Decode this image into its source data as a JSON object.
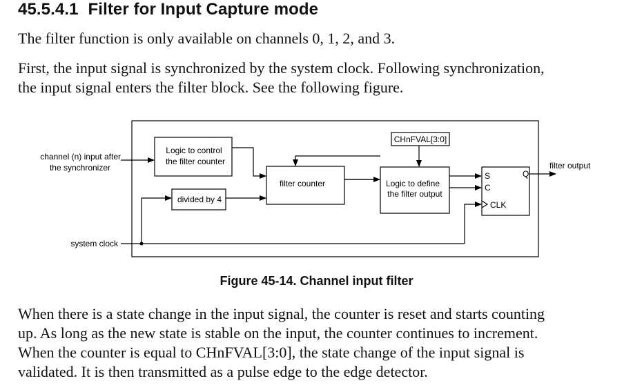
{
  "section": {
    "number": "45.5.4.1",
    "title": "Filter for Input Capture mode"
  },
  "paragraphs": {
    "intro": "The filter function is only available on channels 0, 1, 2, and 3.",
    "sync_line1": "First, the input signal is synchronized by the system clock. Following synchronization,",
    "sync_line2": "the input signal enters the filter block. See the following figure.",
    "state_line1": "When there is a state change in the input signal, the counter is reset and starts counting",
    "state_line2": "up. As long as the new state is stable on the input, the counter continues to increment.",
    "state_line3": "When the counter is equal to CHnFVAL[3:0], the state change of the input signal is",
    "state_line4": "validated. It is then transmitted as a pulse edge to the edge detector."
  },
  "figure": {
    "caption": "Figure 45-14. Channel input filter",
    "labels": {
      "channel_input_line1": "channel (n) input after",
      "channel_input_line2": "the synchronizer",
      "system_clock": "system clock",
      "logic_control_line1": "Logic to control",
      "logic_control_line2": "the filter counter",
      "divided_by_4": "divided by 4",
      "filter_counter": "filter counter",
      "chnfval": "CHnFVAL[3:0]",
      "logic_define_line1": "Logic to define",
      "logic_define_line2": "the filter output",
      "ff_s": "S",
      "ff_c": "C",
      "ff_clk": "CLK",
      "ff_q": "Q",
      "filter_output": "filter output"
    }
  }
}
